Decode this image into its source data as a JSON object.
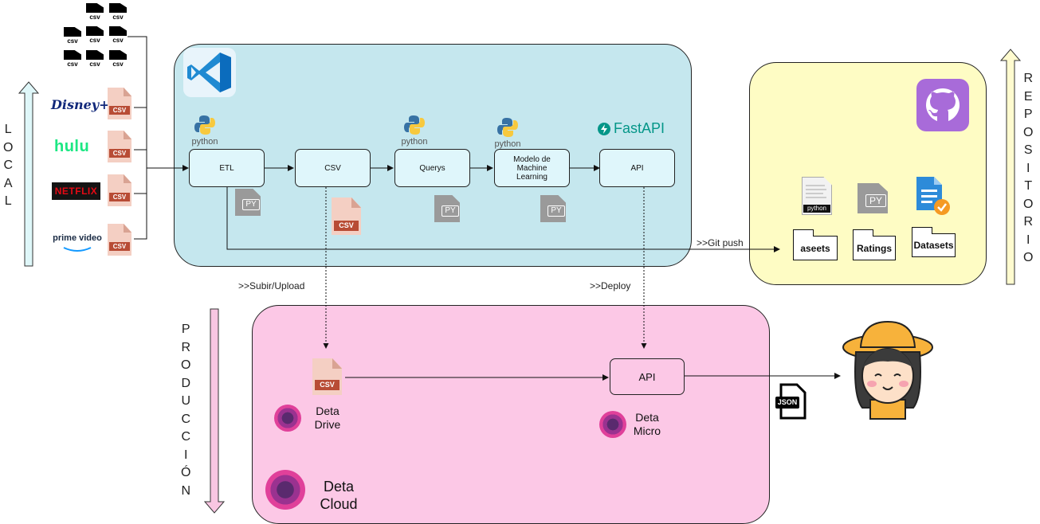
{
  "side_labels": {
    "local": "LOCAL",
    "repositorio": "REPOSITORIO",
    "produccion": "PRODUCCIÓN"
  },
  "sources": {
    "mini_csv_label": "csv",
    "platforms": [
      "Disney+",
      "hulu",
      "NETFLIX",
      "prime video"
    ],
    "csv_label": "CSV"
  },
  "pipeline": {
    "python_label": "python",
    "fastapi_label": "FastAPI",
    "nodes": [
      "ETL",
      "CSV",
      "Querys",
      "Modelo de Machine Learning",
      "API"
    ],
    "py_label": "PY",
    "csv_label": "CSV"
  },
  "repo": {
    "python_doc_label": "python",
    "py_label": "PY",
    "folders": [
      "aseets",
      "Ratings",
      "Datasets"
    ]
  },
  "edges": {
    "git_push": ">>Git push",
    "upload": ">>Subir/Upload",
    "deploy": ">>Deploy"
  },
  "production": {
    "csv_label": "CSV",
    "api_label": "API",
    "drive": "Deta Drive",
    "micro": "Deta Micro",
    "cloud": "Deta Cloud",
    "json_label": "JSON"
  },
  "colors": {
    "local_panel": "#c5e7ee",
    "node_fill": "#dff6fb",
    "repo_panel": "#fefcc4",
    "prod_panel": "#fcc8e6",
    "arrow_local": "#dff7f9",
    "arrow_repo": "#fffbcf",
    "arrow_prod": "#f9c6e2",
    "github": "#a86bd9",
    "deta": "#e0409a"
  }
}
